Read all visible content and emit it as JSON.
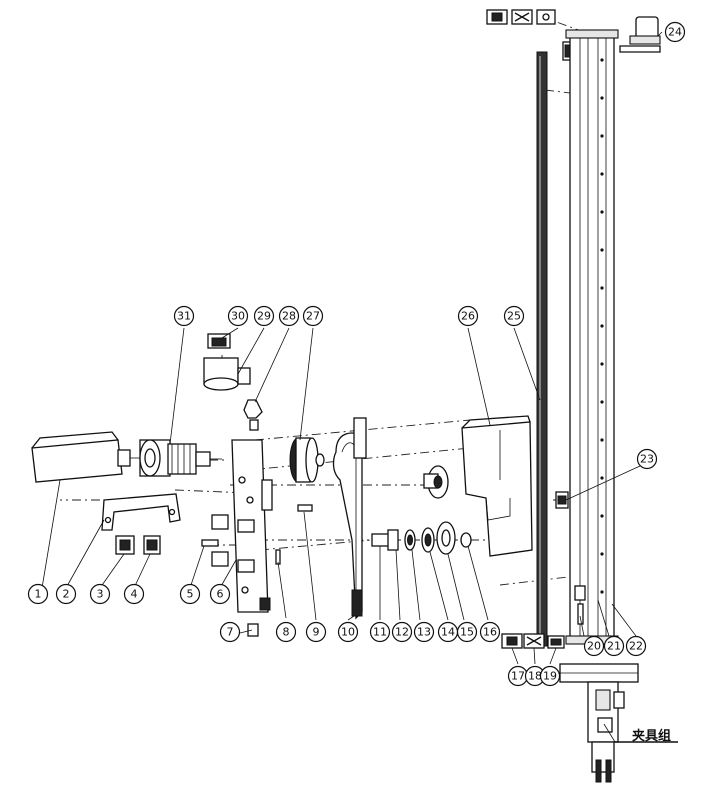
{
  "drawing": {
    "part_numbers": [
      "1",
      "2",
      "3",
      "4",
      "5",
      "6",
      "7",
      "8",
      "9",
      "10",
      "11",
      "12",
      "13",
      "14",
      "15",
      "16",
      "17",
      "18",
      "19",
      "20",
      "21",
      "22",
      "23",
      "24",
      "25",
      "26",
      "27",
      "28",
      "29",
      "30",
      "31"
    ],
    "assembly_callout": "夹具组"
  }
}
